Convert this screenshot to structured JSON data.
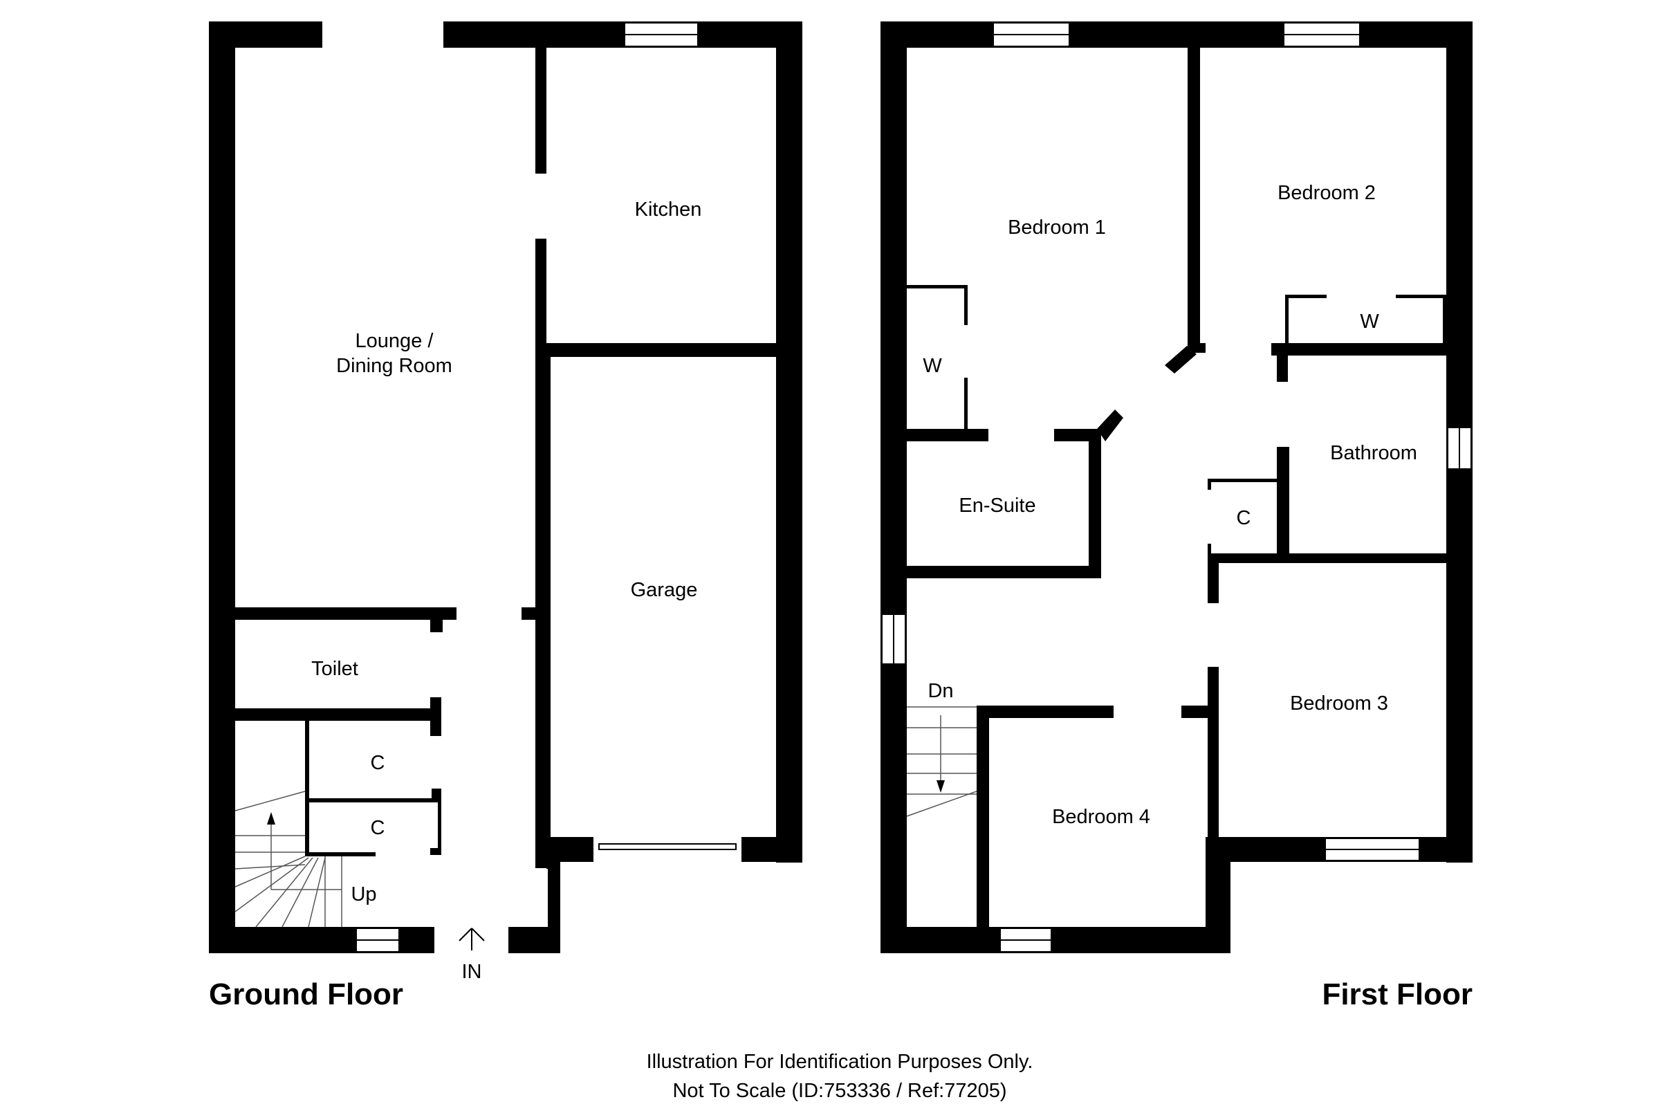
{
  "ground_floor": {
    "title": "Ground Floor",
    "rooms": {
      "lounge_line1": "Lounge /",
      "lounge_line2": "Dining Room",
      "kitchen": "Kitchen",
      "garage": "Garage",
      "toilet": "Toilet",
      "cupboard_1": "C",
      "cupboard_2": "C",
      "stairs_up": "Up"
    },
    "entrance": "IN"
  },
  "first_floor": {
    "title": "First Floor",
    "rooms": {
      "bedroom_1": "Bedroom 1",
      "bedroom_2": "Bedroom 2",
      "bedroom_3": "Bedroom 3",
      "bedroom_4": "Bedroom 4",
      "en_suite": "En-Suite",
      "bathroom": "Bathroom",
      "wardrobe_1": "W",
      "wardrobe_2": "W",
      "cupboard": "C",
      "stairs_down": "Dn"
    }
  },
  "footer": {
    "line1": "Illustration For Identification Purposes Only.",
    "line2": "Not To Scale (ID:753336 / Ref:77205)"
  }
}
